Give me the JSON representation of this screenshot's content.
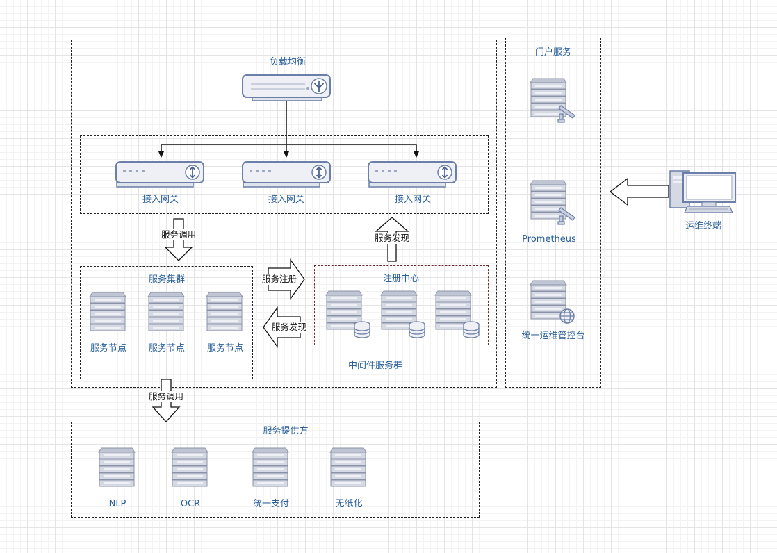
{
  "groups": {
    "portal": "门户服务",
    "middleware": "中间件服务群",
    "cluster": "服务集群",
    "registry": "注册中心",
    "provider": "服务提供方"
  },
  "load_balancer": {
    "label": "负载均衡"
  },
  "gateways": [
    {
      "label": "接入网关"
    },
    {
      "label": "接入网关"
    },
    {
      "label": "接入网关"
    }
  ],
  "cluster_nodes": [
    {
      "label": "服务节点"
    },
    {
      "label": "服务节点"
    },
    {
      "label": "服务节点"
    }
  ],
  "registry_nodes": [
    {},
    {},
    {}
  ],
  "providers": [
    {
      "label": "NLP"
    },
    {
      "label": "OCR"
    },
    {
      "label": "统一支付"
    },
    {
      "label": "无纸化"
    }
  ],
  "portal_items": [
    {
      "label": ""
    },
    {
      "label": "Prometheus"
    },
    {
      "label": "统一运维管控台"
    }
  ],
  "terminal": {
    "label": "运维终端"
  },
  "arrows": {
    "call_top": "服务调用",
    "discover_up": "服务发现",
    "register": "服务注册",
    "discover_left": "服务发现",
    "call_bottom": "服务调用"
  },
  "colors": {
    "label": "#2a5f99",
    "device_fill": "#eef0f5",
    "device_stroke": "#6b7fa8",
    "server_fill": "#d5d9e3",
    "server_stroke": "#8a93a8"
  }
}
